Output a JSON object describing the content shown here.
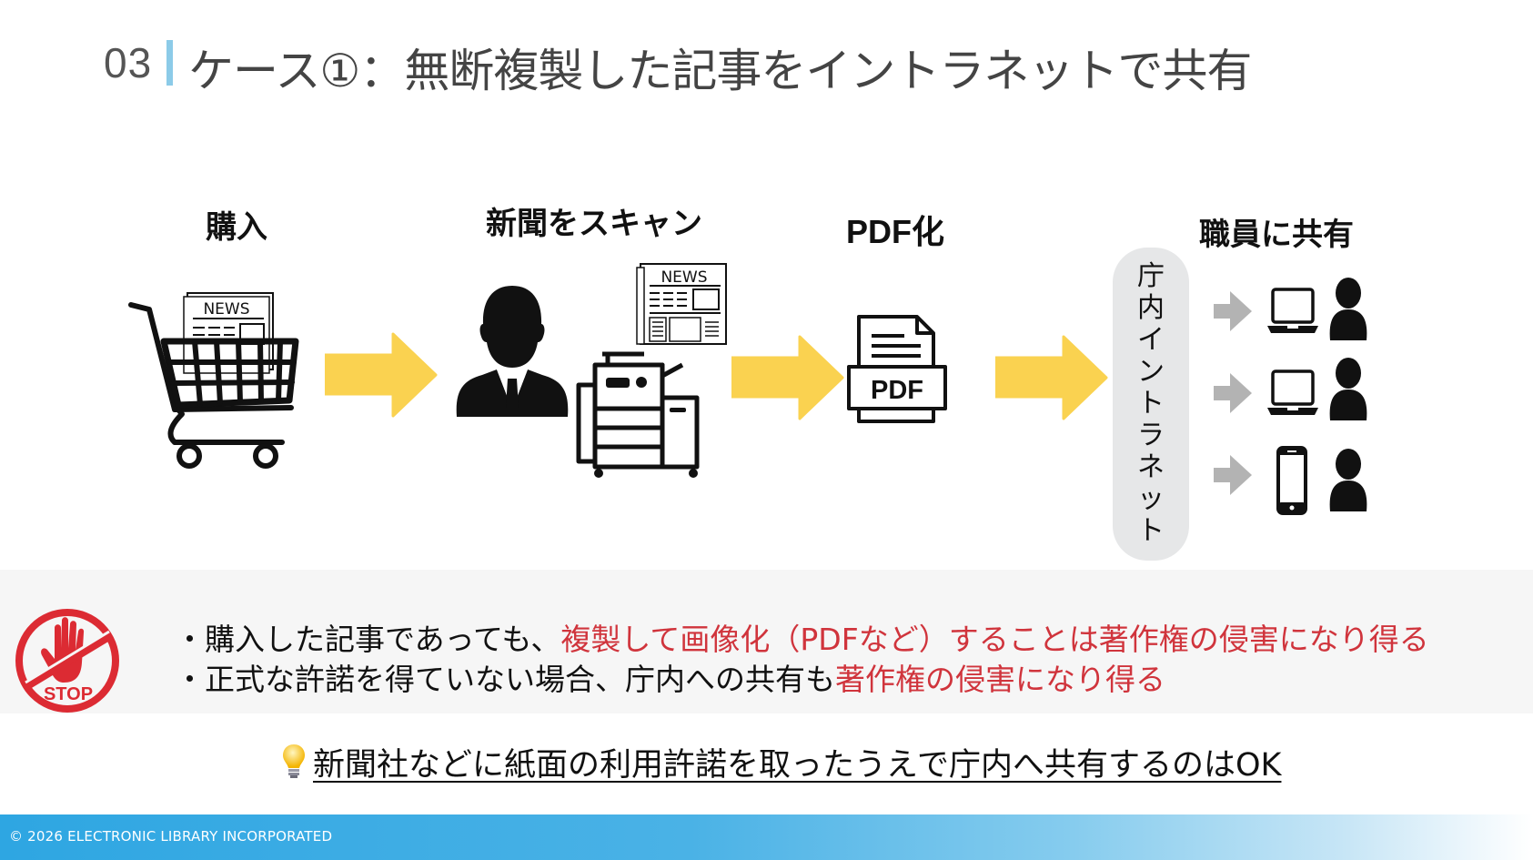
{
  "title": {
    "number": "03",
    "text": "ケース①：無断複製した記事をイントラネットで共有"
  },
  "steps": [
    {
      "label": "購入",
      "icon": "shopping-cart-with-newspaper"
    },
    {
      "label": "新聞をスキャン",
      "icon": "businessman-and-copier"
    },
    {
      "label": "PDF化",
      "icon": "pdf-document"
    },
    {
      "label": "職員に共有",
      "icon": "devices-and-users"
    }
  ],
  "newspaper_label": "NEWS",
  "pdf_label": "PDF",
  "intranet": {
    "label": "庁内イントラネット",
    "chars": [
      "庁",
      "内",
      "イ",
      "ン",
      "ト",
      "ラ",
      "ネ",
      "ッ",
      "ト"
    ]
  },
  "share_rows": [
    {
      "device": "laptop-icon",
      "user": "user-icon"
    },
    {
      "device": "laptop-icon",
      "user": "user-icon"
    },
    {
      "device": "smartphone-icon",
      "user": "user-icon"
    }
  ],
  "warning": {
    "icon_label": "STOP",
    "bullets": [
      {
        "prefix": "・購入した記事であっても、",
        "highlight": "複製して画像化（PDFなど）することは著作権の侵害になり得る"
      },
      {
        "prefix": "・正式な許諾を得ていない場合、庁内への共有も",
        "highlight": "著作権の侵害になり得る"
      }
    ]
  },
  "note": {
    "icon": "lightbulb-icon",
    "text": "新聞社などに紙面の利用許諾を取ったうえで庁内へ共有するのはOK"
  },
  "footer": {
    "copyright": "© 2026 ELECTRONIC LIBRARY INCORPORATED"
  },
  "colors": {
    "accent_bar": "#8ccbe8",
    "arrow_yellow": "#fad250",
    "arrow_gray": "#b3b3b3",
    "warning_red": "#d0343c",
    "footer_blue": "#2ea6e2"
  }
}
